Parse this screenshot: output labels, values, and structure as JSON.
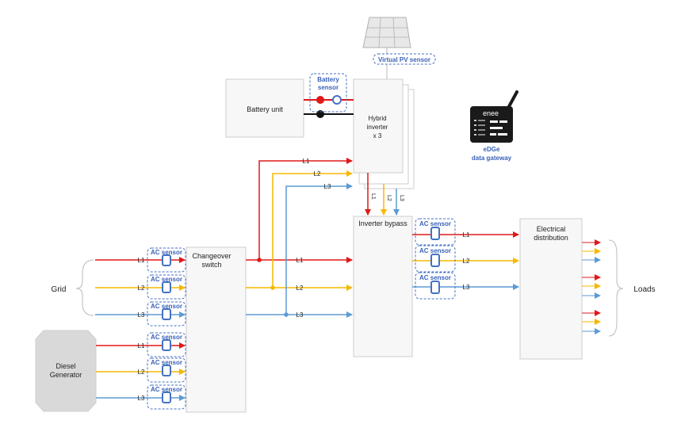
{
  "colors": {
    "L1": "#e01818",
    "L2": "#f5b800",
    "L3": "#5b9bd5",
    "sensor": "#4472c4",
    "box_stroke": "#cccccc",
    "box_fill": "#f7f7f7",
    "generator_fill": "#d9d9d9"
  },
  "blocks": {
    "battery_unit": "Battery unit",
    "hybrid_inverter_l1": "Hybrid",
    "hybrid_inverter_l2": "inverter",
    "hybrid_inverter_l3": "x 3",
    "changeover_l1": "Changeover",
    "changeover_l2": "switch",
    "inverter_bypass": "Inverter bypass",
    "electrical_dist_l1": "Electrical",
    "electrical_dist_l2": "distribution",
    "diesel_l1": "Diesel",
    "diesel_l2": "Generator",
    "grid": "Grid",
    "loads": "Loads"
  },
  "sensors": {
    "virtual_pv": "Virtual PV sensor",
    "battery_l1": "Battery",
    "battery_l2": "sensor",
    "ac": "AC sensor"
  },
  "gateway": {
    "brand": "enee",
    "name_l1": "eDGe",
    "name_l2": "data gateway"
  },
  "phases": {
    "L1": "L1",
    "L2": "L2",
    "L3": "L3"
  }
}
